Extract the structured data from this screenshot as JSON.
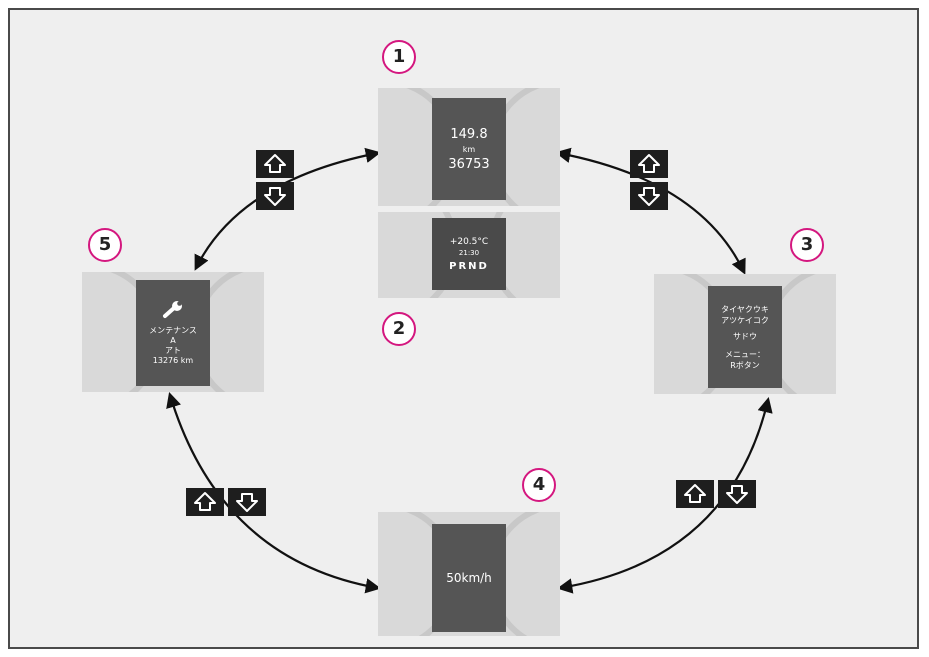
{
  "colors": {
    "background": "#efefef",
    "frame": "#4a4a4a",
    "panel": "#d9d9d9",
    "screen": "#555555",
    "badge_border": "#d4177f",
    "button": "#1e1e1e",
    "arrow": "#111111"
  },
  "icons": {
    "up": "up-arrow-icon",
    "down": "down-arrow-icon",
    "wrench": "wrench-icon"
  },
  "displays": {
    "d1": {
      "number": "1",
      "line1": "149.8",
      "line2": "km",
      "line3": "36753"
    },
    "d2": {
      "number": "2",
      "line1": "+20.5°C",
      "line2": "21:30",
      "gear": "PRND"
    },
    "d3": {
      "number": "3",
      "line1": "タイヤクウキ",
      "line2": "アツケイコク",
      "line3": "サドウ",
      "line4": "メニュー：",
      "line5": "Rボタン"
    },
    "d4": {
      "number": "4",
      "line1": "50km/h"
    },
    "d5": {
      "number": "5",
      "line1": "メンテナンス",
      "line2": "A",
      "line3": "アト",
      "line4": "13276 km"
    }
  }
}
